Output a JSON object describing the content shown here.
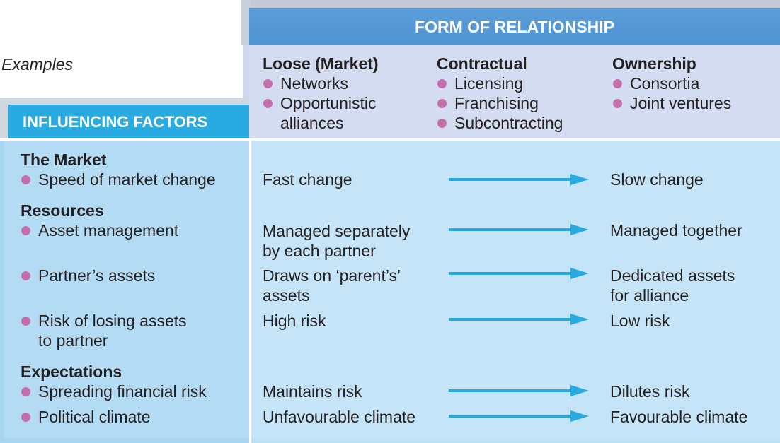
{
  "header": {
    "title": "FORM OF RELATIONSHIP",
    "examples_label": "Examples",
    "influencing_label": "INFLUENCING FACTORS"
  },
  "forms": [
    {
      "name": "Loose (Market)",
      "examples": [
        "Networks",
        "Opportunistic",
        "alliances"
      ]
    },
    {
      "name": "Contractual",
      "examples": [
        "Licensing",
        "Franchising",
        "Subcontracting"
      ]
    },
    {
      "name": "Ownership",
      "examples": [
        "Consortia",
        "Joint ventures"
      ]
    }
  ],
  "groups": {
    "market": "The Market",
    "resources": "Resources",
    "expectations": "Expectations"
  },
  "factors": [
    {
      "label": [
        "Speed of market change"
      ],
      "from": [
        "Fast change"
      ],
      "to": [
        "Slow change"
      ]
    },
    {
      "label": [
        "Asset management"
      ],
      "from": [
        "Managed separately",
        "by each partner"
      ],
      "to": [
        "Managed together"
      ]
    },
    {
      "label": [
        "Partner’s assets"
      ],
      "from": [
        "Draws on ‘parent’s’",
        "assets"
      ],
      "to": [
        "Dedicated assets",
        "for alliance"
      ]
    },
    {
      "label": [
        "Risk of losing assets",
        "to partner"
      ],
      "from": [
        "High risk"
      ],
      "to": [
        "Low risk"
      ]
    },
    {
      "label": [
        "Spreading financial risk"
      ],
      "from": [
        "Maintains risk"
      ],
      "to": [
        "Dilutes risk"
      ]
    },
    {
      "label": [
        "Political climate"
      ],
      "from": [
        "Unfavourable climate"
      ],
      "to": [
        "Favourable climate"
      ]
    }
  ],
  "colors": {
    "header_band": "#5b9ed9",
    "factors_tab": "#29abe2",
    "examples_bg": "#d3dcf1",
    "left_panel": "#b3dbf4",
    "right_panel": "#c6e4f7",
    "bullet": "#c36fad",
    "arrow": "#29abe2"
  },
  "icons": {
    "bullet": "bullet-dot-icon",
    "arrow": "right-arrow-icon"
  }
}
